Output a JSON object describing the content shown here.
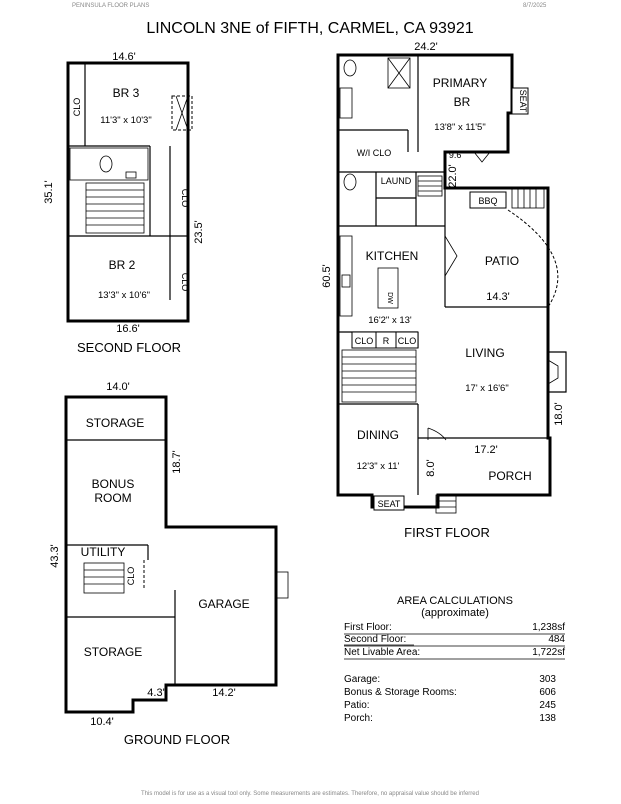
{
  "header": {
    "left_tag": "PENINSULA FLOOR PLANS",
    "date": "8/7/2025",
    "title": "LINCOLN 3NE of FIFTH, CARMEL, CA  93921"
  },
  "second_floor": {
    "label": "SECOND FLOOR",
    "dims": {
      "top": "14.6'",
      "left": "35.1'",
      "right": "23.5'",
      "bottom": "16.6'"
    },
    "rooms": {
      "br3": {
        "name": "BR 3",
        "size": "11'3\" x 10'3\""
      },
      "br2": {
        "name": "BR 2",
        "size": "13'3\" x 10'6\""
      }
    },
    "clo": [
      "CLO",
      "CLO",
      "CLO"
    ]
  },
  "first_floor": {
    "label": "FIRST FLOOR",
    "dims": {
      "top": "24.2'",
      "left": "60.5'",
      "hall": "22.0'",
      "step": "9.6'",
      "patio_w": "14.3'",
      "living_r": "18.0'",
      "porch_w": "17.2'",
      "porch_h": "8.0'"
    },
    "rooms": {
      "primary": {
        "name": "PRIMARY",
        "name2": "BR",
        "size": "13'8\" x 11'5\""
      },
      "wiclo": {
        "name": "W/I CLO"
      },
      "laund": {
        "name": "LAUND"
      },
      "kitchen": {
        "name": "KITCHEN",
        "size": "16'2\" x 13'"
      },
      "patio": {
        "name": "PATIO"
      },
      "living": {
        "name": "LIVING",
        "size": "17' x 16'6\""
      },
      "dining": {
        "name": "DINING",
        "size": "12'3\" x 11'"
      },
      "porch": {
        "name": "PORCH"
      }
    },
    "tags": {
      "seat_top": "SEAT",
      "seat_bottom": "SEAT",
      "bbq": "BBQ",
      "dw": "DW",
      "clo1": "CLO",
      "r": "R",
      "clo2": "CLO"
    }
  },
  "ground_floor": {
    "label": "GROUND FLOOR",
    "dims": {
      "top": "14.0'",
      "mid": "18.7'",
      "left": "43.3'",
      "step": "4.3'",
      "garage_w": "14.2'",
      "bottom": "10.4'"
    },
    "rooms": {
      "storage_top": {
        "name": "STORAGE"
      },
      "bonus": {
        "name": "BONUS",
        "name2": "ROOM"
      },
      "utility": {
        "name": "UTILITY"
      },
      "clo": {
        "name": "CLO"
      },
      "garage": {
        "name": "GARAGE"
      },
      "storage_bottom": {
        "name": "STORAGE"
      }
    }
  },
  "area_calculations": {
    "title": "AREA CALCULATIONS",
    "subtitle": "(approximate)",
    "rows_a": [
      {
        "label": "First  Floor:",
        "value": "1,238sf"
      },
      {
        "label": "Second Floor:",
        "value": "484"
      },
      {
        "label": "Net Livable Area:",
        "value": "1,722sf"
      }
    ],
    "rows_b": [
      {
        "label": "Garage:",
        "value": "303"
      },
      {
        "label": "Bonus & Storage Rooms:",
        "value": "606"
      },
      {
        "label": "Patio:",
        "value": "245"
      },
      {
        "label": "Porch:",
        "value": "138"
      }
    ]
  },
  "footer": {
    "disclaimer": "This model is for use as a visual tool only. Some measurements are estimates. Therefore, no appraisal value should be inferred"
  }
}
